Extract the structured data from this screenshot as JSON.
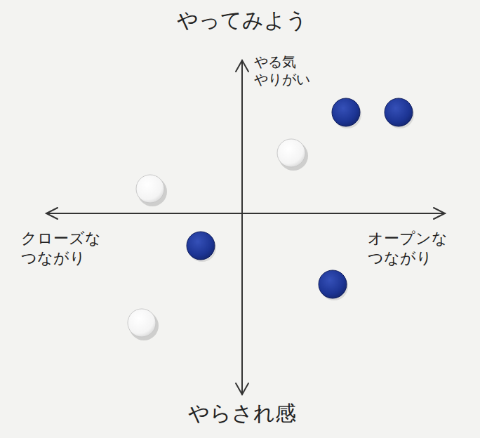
{
  "diagram": {
    "labels": [
      "やってみよう",
      "やる気 やりがい",
      "クローズな つながり",
      "オープンな つながり",
      "やらされ感"
    ]
  }
}
